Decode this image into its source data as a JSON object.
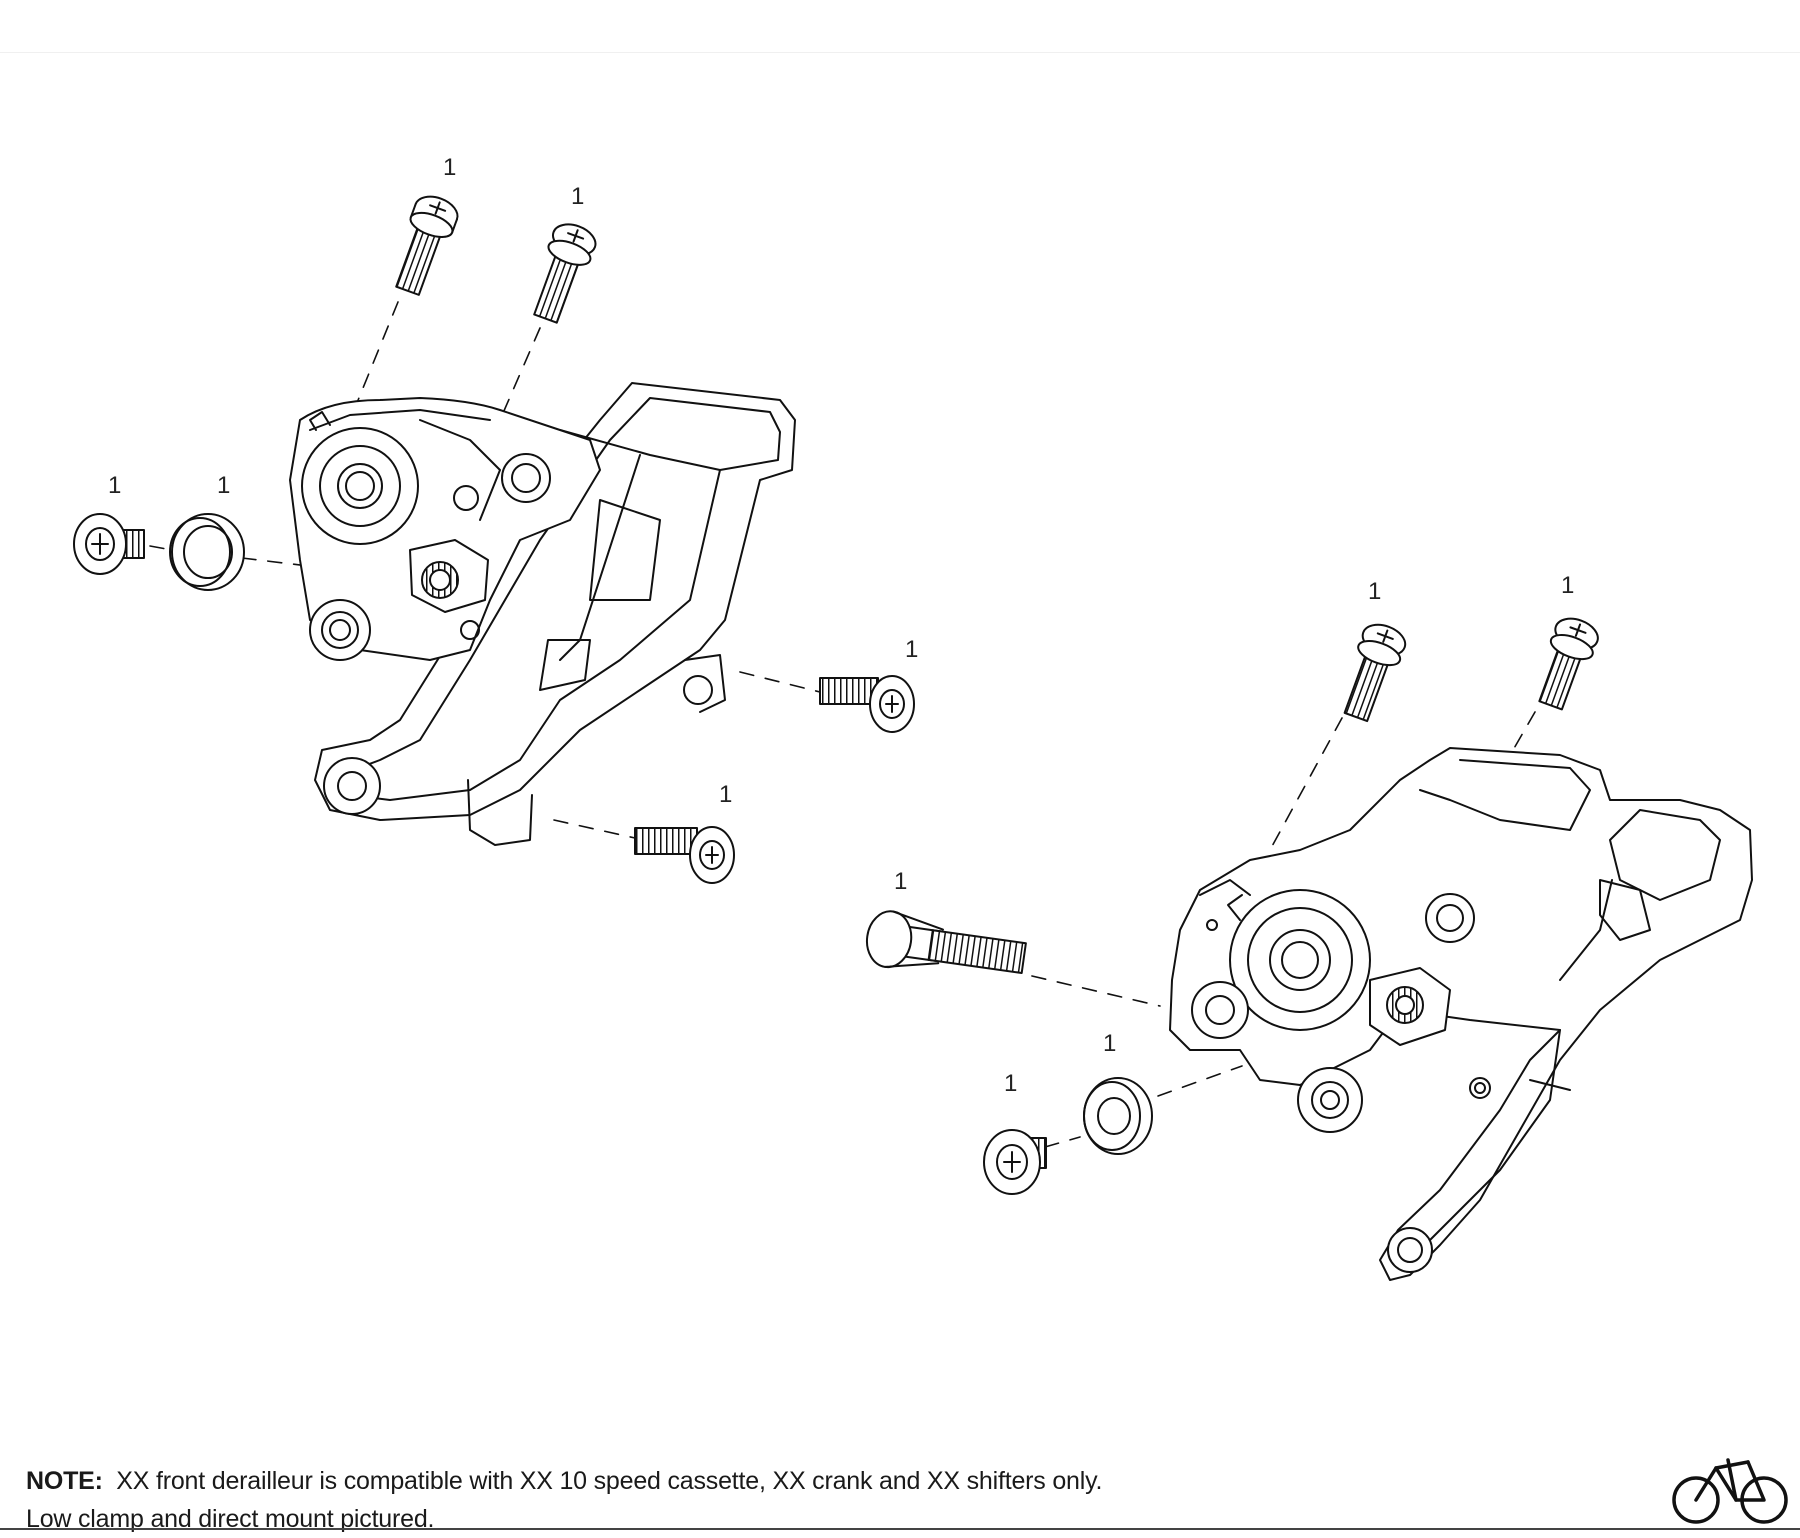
{
  "diagram": {
    "callouts": [
      {
        "id": "bolt-top-left-a",
        "label": "1"
      },
      {
        "id": "bolt-top-left-b",
        "label": "1"
      },
      {
        "id": "bolt-left-cap",
        "label": "1"
      },
      {
        "id": "washer-left",
        "label": "1"
      },
      {
        "id": "bolt-mid-upper",
        "label": "1"
      },
      {
        "id": "bolt-mid-lower",
        "label": "1"
      },
      {
        "id": "bolt-top-right-a",
        "label": "1"
      },
      {
        "id": "bolt-top-right-b",
        "label": "1"
      },
      {
        "id": "bolt-long-clamp",
        "label": "1"
      },
      {
        "id": "washer-right",
        "label": "1"
      },
      {
        "id": "bolt-right-cap",
        "label": "1"
      }
    ]
  },
  "note": {
    "prefix": "NOTE:",
    "line1": "XX front derailleur is compatible with XX 10 speed cassette, XX crank and XX shifters only.",
    "line2": "Low clamp and direct mount pictured."
  },
  "logo": {
    "icon": "bicycle-icon"
  }
}
